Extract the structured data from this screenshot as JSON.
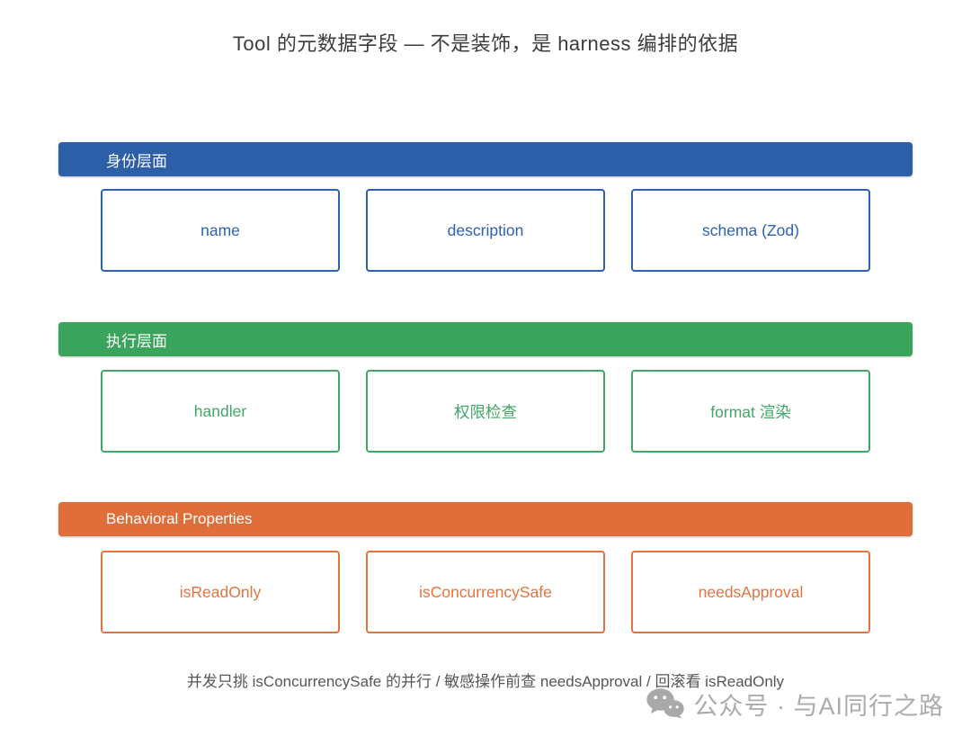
{
  "title": "Tool 的元数据字段 — 不是装饰，是 harness 编排的依据",
  "colors": {
    "identity_blue": "#2d5fa8",
    "execution_green": "#3aa35c",
    "behavioral_orange": "#e06e3a",
    "title_text": "#3c3c3c",
    "footer_text": "#565656",
    "watermark_gray": "#ababab"
  },
  "sections": [
    {
      "id": "identity",
      "label": "身份层面",
      "items": [
        "name",
        "description",
        "schema (Zod)"
      ]
    },
    {
      "id": "execution",
      "label": "执行层面",
      "items": [
        "handler",
        "权限检查",
        "format 渲染"
      ]
    },
    {
      "id": "behavioral",
      "label": "Behavioral Properties",
      "items": [
        "isReadOnly",
        "isConcurrencySafe",
        "needsApproval"
      ]
    }
  ],
  "footer_note": "并发只挑 isConcurrencySafe 的并行 / 敏感操作前查 needsApproval / 回滚看 isReadOnly",
  "watermark": {
    "icon": "wechat-icon",
    "text": "公众号 · 与AI同行之路"
  }
}
